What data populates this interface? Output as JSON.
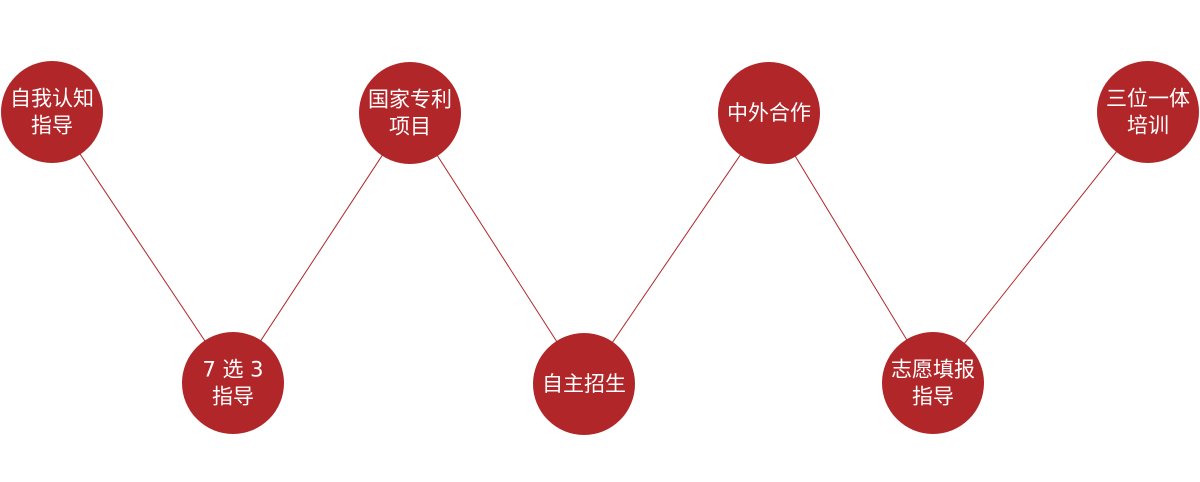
{
  "colors": {
    "node_fill": "#b12629",
    "line": "#b12629",
    "text": "#ffffff",
    "background": "#ffffff"
  },
  "nodes": [
    {
      "id": "self-awareness",
      "lines": [
        "自我认知",
        "指导"
      ]
    },
    {
      "id": "select-7-3",
      "lines": [
        "7 选 3",
        "指导"
      ]
    },
    {
      "id": "national-project",
      "lines": [
        "国家专利",
        "项目"
      ]
    },
    {
      "id": "independent-admission",
      "lines": [
        "自主招生"
      ]
    },
    {
      "id": "sino-foreign",
      "lines": [
        "中外合作"
      ]
    },
    {
      "id": "application-guidance",
      "lines": [
        "志愿填报",
        "指导"
      ]
    },
    {
      "id": "trinity-training",
      "lines": [
        "三位一体",
        "培训"
      ]
    }
  ]
}
